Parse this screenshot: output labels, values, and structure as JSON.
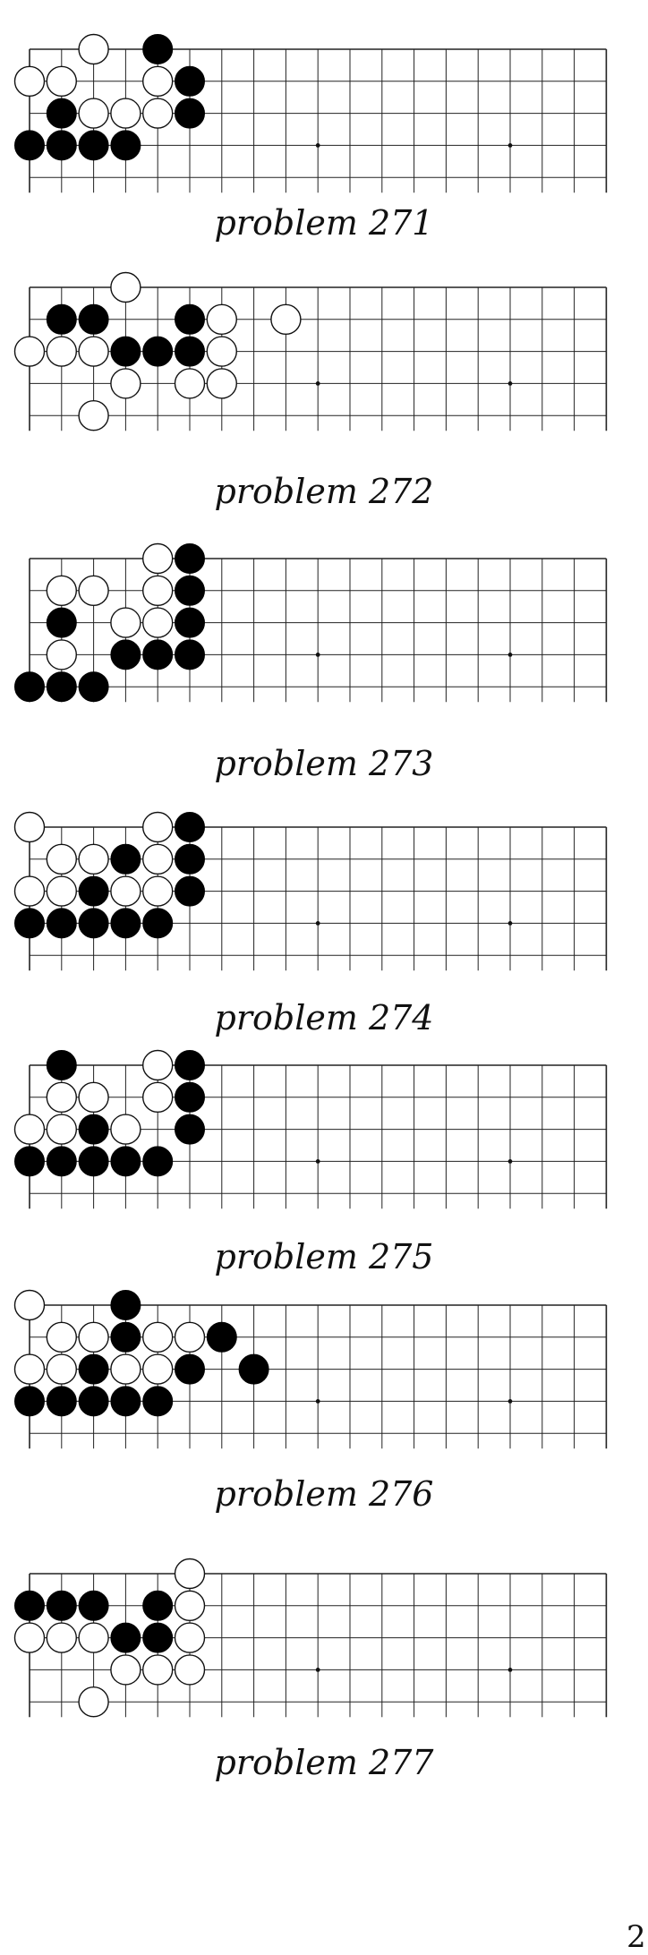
{
  "page_number": "2",
  "problems": [
    {
      "caption": "problem 271",
      "black": [
        [
          4,
          0
        ],
        [
          5,
          1
        ],
        [
          1,
          2
        ],
        [
          5,
          2
        ],
        [
          0,
          3
        ],
        [
          1,
          3
        ],
        [
          2,
          3
        ],
        [
          3,
          3
        ]
      ],
      "white": [
        [
          2,
          0
        ],
        [
          0,
          1
        ],
        [
          1,
          1
        ],
        [
          4,
          1
        ],
        [
          2,
          2
        ],
        [
          3,
          2
        ],
        [
          4,
          2
        ]
      ]
    },
    {
      "caption": "problem 272",
      "black": [
        [
          1,
          1
        ],
        [
          2,
          1
        ],
        [
          5,
          1
        ],
        [
          3,
          2
        ],
        [
          4,
          2
        ],
        [
          5,
          2
        ]
      ],
      "white": [
        [
          3,
          0
        ],
        [
          6,
          1
        ],
        [
          8,
          1
        ],
        [
          0,
          2
        ],
        [
          1,
          2
        ],
        [
          2,
          2
        ],
        [
          6,
          2
        ],
        [
          3,
          3
        ],
        [
          5,
          3
        ],
        [
          6,
          3
        ],
        [
          2,
          4
        ]
      ]
    },
    {
      "caption": "problem 273",
      "black": [
        [
          5,
          0
        ],
        [
          5,
          1
        ],
        [
          1,
          2
        ],
        [
          5,
          2
        ],
        [
          3,
          3
        ],
        [
          4,
          3
        ],
        [
          5,
          3
        ],
        [
          0,
          4
        ],
        [
          1,
          4
        ],
        [
          2,
          4
        ]
      ],
      "white": [
        [
          4,
          0
        ],
        [
          1,
          1
        ],
        [
          2,
          1
        ],
        [
          4,
          1
        ],
        [
          3,
          2
        ],
        [
          4,
          2
        ],
        [
          1,
          3
        ]
      ]
    },
    {
      "caption": "problem 274",
      "black": [
        [
          5,
          0
        ],
        [
          3,
          1
        ],
        [
          5,
          1
        ],
        [
          2,
          2
        ],
        [
          5,
          2
        ],
        [
          0,
          3
        ],
        [
          1,
          3
        ],
        [
          2,
          3
        ],
        [
          3,
          3
        ],
        [
          4,
          3
        ]
      ],
      "white": [
        [
          0,
          0
        ],
        [
          4,
          0
        ],
        [
          1,
          1
        ],
        [
          2,
          1
        ],
        [
          4,
          1
        ],
        [
          0,
          2
        ],
        [
          1,
          2
        ],
        [
          3,
          2
        ],
        [
          4,
          2
        ]
      ]
    },
    {
      "caption": "problem 275",
      "black": [
        [
          1,
          0
        ],
        [
          5,
          0
        ],
        [
          5,
          1
        ],
        [
          2,
          2
        ],
        [
          5,
          2
        ],
        [
          0,
          3
        ],
        [
          1,
          3
        ],
        [
          2,
          3
        ],
        [
          3,
          3
        ],
        [
          4,
          3
        ]
      ],
      "white": [
        [
          4,
          0
        ],
        [
          1,
          1
        ],
        [
          2,
          1
        ],
        [
          4,
          1
        ],
        [
          0,
          2
        ],
        [
          1,
          2
        ],
        [
          3,
          2
        ]
      ]
    },
    {
      "caption": "problem 276",
      "black": [
        [
          3,
          0
        ],
        [
          3,
          1
        ],
        [
          6,
          1
        ],
        [
          2,
          2
        ],
        [
          5,
          2
        ],
        [
          7,
          2
        ],
        [
          0,
          3
        ],
        [
          1,
          3
        ],
        [
          2,
          3
        ],
        [
          3,
          3
        ],
        [
          4,
          3
        ]
      ],
      "white": [
        [
          0,
          0
        ],
        [
          1,
          1
        ],
        [
          2,
          1
        ],
        [
          4,
          1
        ],
        [
          5,
          1
        ],
        [
          0,
          2
        ],
        [
          1,
          2
        ],
        [
          3,
          2
        ],
        [
          4,
          2
        ]
      ]
    },
    {
      "caption": "problem 277",
      "black": [
        [
          0,
          1
        ],
        [
          1,
          1
        ],
        [
          2,
          1
        ],
        [
          4,
          1
        ],
        [
          3,
          2
        ],
        [
          4,
          2
        ]
      ],
      "white": [
        [
          5,
          0
        ],
        [
          5,
          1
        ],
        [
          0,
          2
        ],
        [
          1,
          2
        ],
        [
          2,
          2
        ],
        [
          5,
          2
        ],
        [
          3,
          3
        ],
        [
          4,
          3
        ],
        [
          5,
          3
        ],
        [
          2,
          4
        ]
      ]
    }
  ]
}
